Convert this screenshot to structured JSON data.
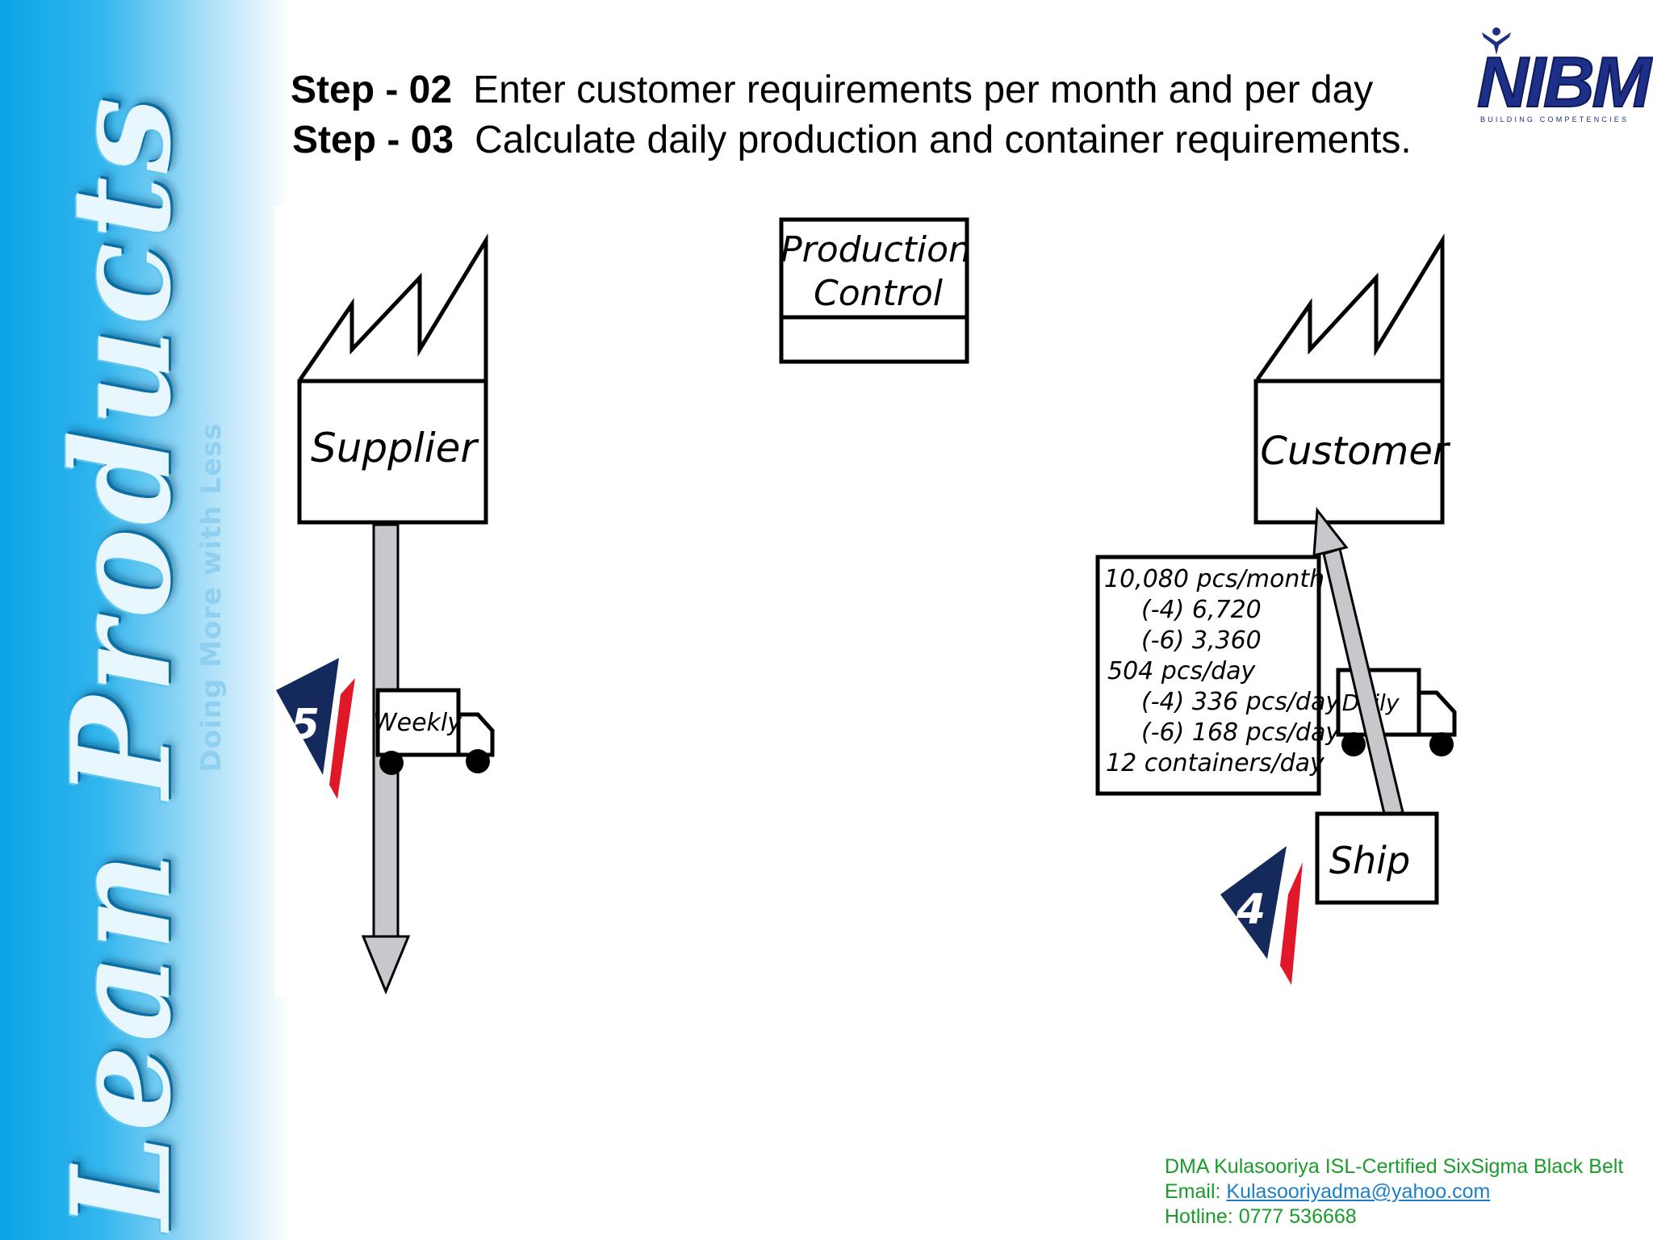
{
  "sidebar": {
    "brand": "Lean Products",
    "tagline": "Doing More with Less"
  },
  "header": {
    "step2_label": "Step - 02",
    "step2_text": "Enter customer requirements per month and per day",
    "step3_label": "Step - 03",
    "step3_text": "Calculate daily production and container requirements."
  },
  "logo": {
    "name": "NIBM",
    "subtitle": "BUILDING COMPETENCIES"
  },
  "diagram": {
    "supplier_label": "Supplier",
    "customer_label": "Customer",
    "production_control_line1": "Production",
    "production_control_line2": "Control",
    "supplier_truck_label": "Weekly",
    "customer_truck_label": "Daily",
    "ship_label": "Ship",
    "step_badge_supplier": "5",
    "step_badge_customer": "4",
    "requirements": [
      "10,080 pcs/month",
      "(-4) 6,720",
      "(-6) 3,360",
      "504 pcs/day",
      "(-4) 336 pcs/day",
      "(-6) 168 pcs/day",
      "12 containers/day"
    ]
  },
  "footer": {
    "line1": "DMA Kulasooriya ISL-Certified SixSigma Black Belt",
    "email_label": "Email:",
    "email": "Kulasooriyadma@yahoo.com",
    "hotline": "Hotline: 0777 536668"
  },
  "colors": {
    "sidebar_blue": "#0aa3e6",
    "logo_navy": "#1d2f86",
    "footer_green": "#1a9c2a",
    "badge_navy": "#142a5c",
    "badge_red": "#e0182a"
  }
}
